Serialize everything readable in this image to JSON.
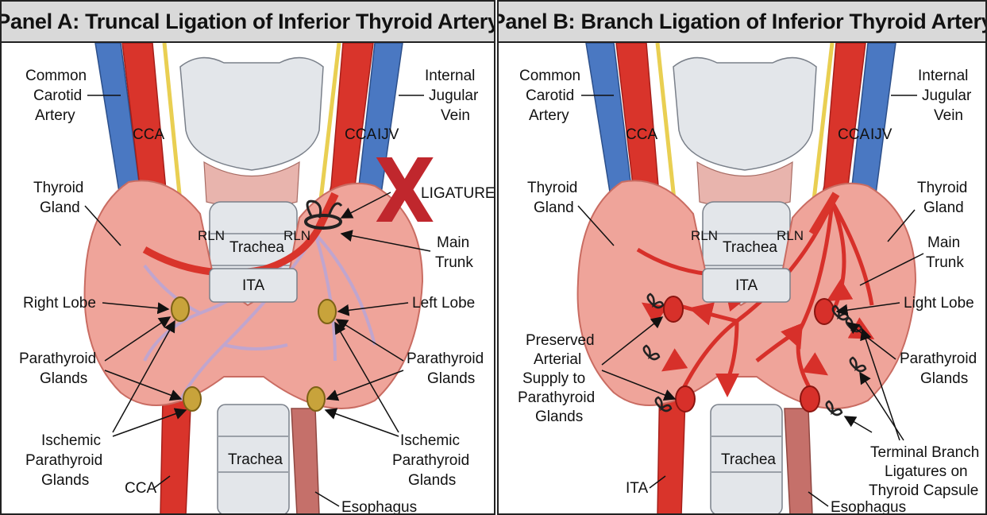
{
  "colors": {
    "artery": "#d9342b",
    "artery_dark": "#a51f1a",
    "vein": "#4a78c2",
    "nerve": "#e9cf52",
    "thyroid": "#efa49a",
    "thyroid_edge": "#c96c62",
    "trachea": "#e3e6ea",
    "parathyroid_healthy": "#c8a33b",
    "parathyroid_perfused": "#d7302a",
    "ischemic_vessels": "#b8a6d8",
    "ligature_x": "#c0272d",
    "header_bg": "#d9d9d9"
  },
  "panel_a": {
    "title": "Panel A: Truncal Ligation of Inferior Thyroid Artery",
    "labels": {
      "common_carotid": [
        "Common",
        "Carotid",
        "Artery"
      ],
      "internal_jugular": [
        "Internal",
        "Jugular",
        "Vein"
      ],
      "thyroid_gland": [
        "Thyroid",
        "Gland"
      ],
      "ligature": "LIGATURE",
      "main_trunk": [
        "Main",
        "Trunk"
      ],
      "right_lobe": "Right Lobe",
      "left_lobe": "Left Lobe",
      "parathyroid_left": [
        "Parathyroid",
        "Glands"
      ],
      "parathyroid_right": [
        "Parathyroid",
        "Glands"
      ],
      "ischemic_left": [
        "Ischemic",
        "Parathyroid",
        "Glands"
      ],
      "ischemic_right": [
        "Ischemic",
        "Parathyroid",
        "Glands"
      ],
      "cca_bottom": "CCA",
      "esophagus": "Esophagus"
    },
    "structures": {
      "cca_left": "CCA",
      "cca_right": "CCA",
      "ijv": "IJV",
      "rln_left": "RLN",
      "rln_right": "RLN",
      "trachea_upper": "Trachea",
      "ita": "ITA",
      "trachea_lower": "Trachea"
    }
  },
  "panel_b": {
    "title": "Panel B: Branch Ligation of Inferior Thyroid Artery",
    "labels": {
      "common_carotid": [
        "Common",
        "Carotid",
        "Artery"
      ],
      "internal_jugular": [
        "Internal",
        "Jugular",
        "Vein"
      ],
      "thyroid_gland_left": [
        "Thyroid",
        "Gland"
      ],
      "thyroid_gland_right": [
        "Thyroid",
        "Gland"
      ],
      "main_trunk": [
        "Main",
        "Trunk"
      ],
      "light_lobe": "Light Lobe",
      "preserved_supply": [
        "Preserved",
        "Arterial",
        "Supply to",
        "Parathyroid",
        "Glands"
      ],
      "parathyroid": [
        "Parathyroid",
        "Glands"
      ],
      "terminal_ligatures": [
        "Terminal Branch",
        "Ligatures on",
        "Thyroid Capsule"
      ],
      "ita_bottom": "ITA",
      "esophagus": "Esophagus"
    },
    "structures": {
      "cca_left": "CCA",
      "cca_right": "CCA",
      "ijv": "IJV",
      "rln_left": "RLN",
      "rln_right": "RLN",
      "trachea_upper": "Trachea",
      "ita": "ITA",
      "trachea_lower": "Trachea"
    }
  }
}
